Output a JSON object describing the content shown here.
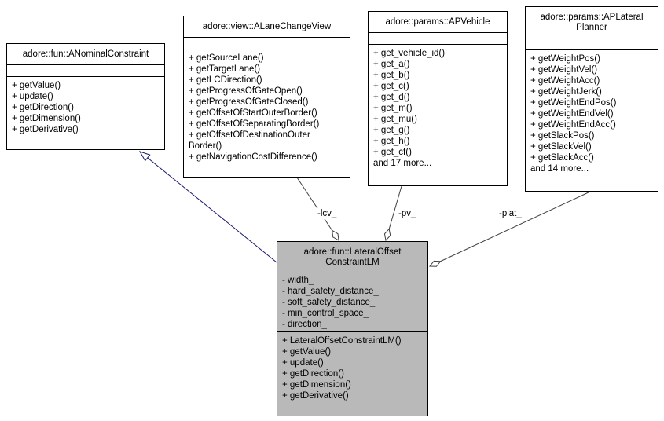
{
  "diagram": {
    "type": "uml-collaboration-diagram",
    "colors": {
      "inheritance_edge": "#191970",
      "aggregation_edge": "#404040",
      "current_class_background": "#b9b9b9",
      "class_background": "#ffffff",
      "border": "#000000"
    }
  },
  "classes": [
    {
      "name": "ANominalConstraint",
      "title": "adore::fun::ANominalConstraint",
      "attributes": [],
      "methods": [
        "+ getValue()",
        "+ update()",
        "+ getDirection()",
        "+ getDimension()",
        "+ getDerivative()"
      ]
    },
    {
      "name": "ALaneChangeView",
      "title": "adore::view::ALaneChangeView",
      "attributes": [],
      "methods": [
        "+ getSourceLane()",
        "+ getTargetLane()",
        "+ getLCDirection()",
        "+ getProgressOfGateOpen()",
        "+ getProgressOfGateClosed()",
        "+ getOffsetOfStartOuterBorder()",
        "+ getOffsetOfSeparatingBorder()",
        "+ getOffsetOfDestinationOuter\nBorder()",
        "+ getNavigationCostDifference()"
      ]
    },
    {
      "name": "APVehicle",
      "title": "adore::params::APVehicle",
      "attributes": [],
      "methods": [
        "+ get_vehicle_id()",
        "+ get_a()",
        "+ get_b()",
        "+ get_c()",
        "+ get_d()",
        "+ get_m()",
        "+ get_mu()",
        "+ get_g()",
        "+ get_h()",
        "+ get_cf()",
        "and 17 more..."
      ]
    },
    {
      "name": "APLateralPlanner",
      "title": "adore::params::APLateral\nPlanner",
      "attributes": [],
      "methods": [
        "+ getWeightPos()",
        "+ getWeightVel()",
        "+ getWeightAcc()",
        "+ getWeightJerk()",
        "+ getWeightEndPos()",
        "+ getWeightEndVel()",
        "+ getWeightEndAcc()",
        "+ getSlackPos()",
        "+ getSlackVel()",
        "+ getSlackAcc()",
        "and 14 more..."
      ]
    },
    {
      "name": "LateralOffsetConstraintLM",
      "title": "adore::fun::LateralOffset\nConstraintLM",
      "attributes": [
        "- width_",
        "- hard_safety_distance_",
        "- soft_safety_distance_",
        "- min_control_space_",
        "- direction_"
      ],
      "methods": [
        "+ LateralOffsetConstraintLM()",
        "+ getValue()",
        "+ update()",
        "+ getDirection()",
        "+ getDimension()",
        "+ getDerivative()"
      ]
    }
  ],
  "edges": {
    "inheritance": {
      "from": "LateralOffsetConstraintLM",
      "to": "ANominalConstraint",
      "label": ""
    },
    "lcv": {
      "label": "-lcv_"
    },
    "pv": {
      "label": "-pv_"
    },
    "plat": {
      "label": "-plat_"
    }
  }
}
